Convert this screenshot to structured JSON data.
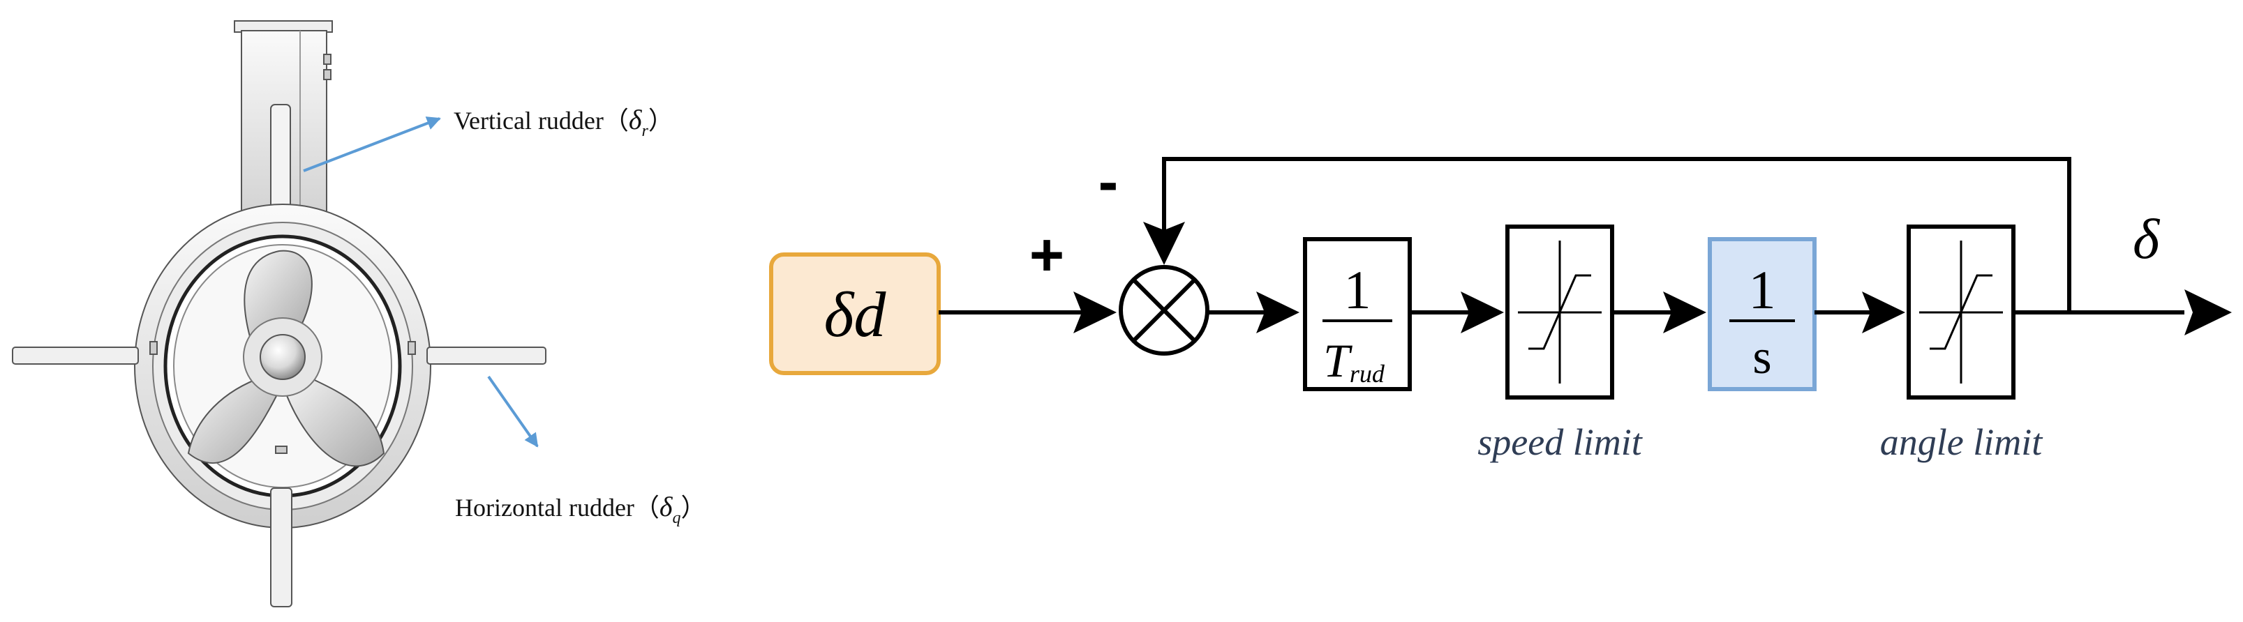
{
  "thruster": {
    "vertical_label": "Vertical rudder（",
    "vertical_symbol": "δ",
    "vertical_sub": "r",
    "vertical_close": "）",
    "horizontal_label": "Horizontal rudder（",
    "horizontal_symbol": "δ",
    "horizontal_sub": "q",
    "horizontal_close": "）",
    "leader_color": "#5b9bd5"
  },
  "block_diagram": {
    "input": "δd",
    "input_fill": "#fce9d2",
    "input_stroke": "#e8a83c",
    "plus_sign": "+",
    "minus_sign": "-",
    "gain_num": "1",
    "gain_den_T": "T",
    "gain_den_sub": "rud",
    "integrator_num": "1",
    "integrator_den": "s",
    "integrator_fill": "#d6e4f7",
    "integrator_stroke": "#7aa6d6",
    "speed_limit_label": "speed limit",
    "angle_limit_label": "angle limit",
    "output": "δ",
    "label_color": "#2f3d55"
  }
}
